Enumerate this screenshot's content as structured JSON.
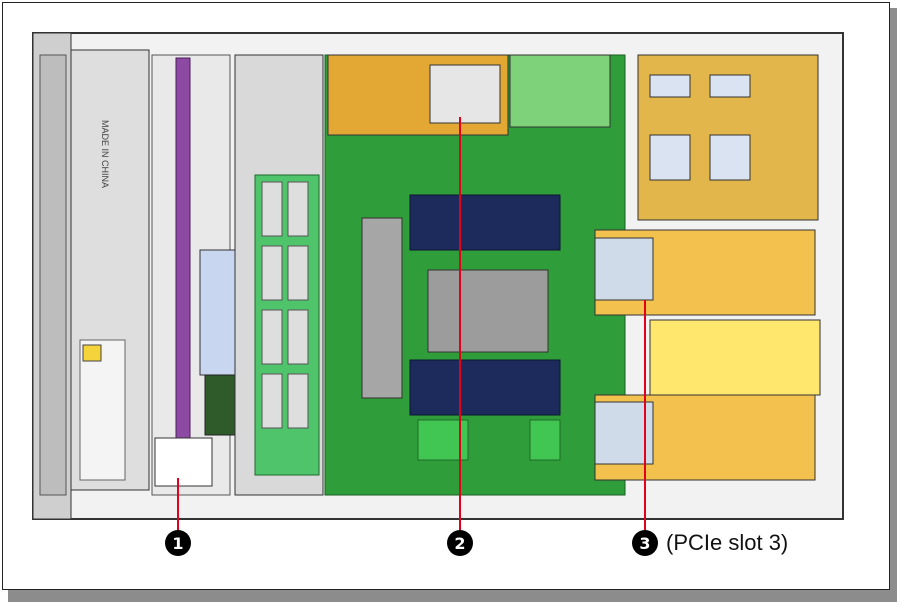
{
  "callouts": [
    {
      "number": "1",
      "label": ""
    },
    {
      "number": "2",
      "label": ""
    },
    {
      "number": "3",
      "label": "(PCIe slot 3)"
    }
  ],
  "colors": {
    "motherboard_green": "#2f9e3a",
    "riser_yellow": "#f2c14e",
    "psu_gold": "#e2b64a",
    "heatsink_gray": "#9c9c9c",
    "dimm_navy": "#1c2a5c",
    "leader_red": "#e3001b",
    "fan_green": "#4fc46a",
    "purple_bracket": "#7e3a95"
  },
  "icons": [
    "server-chassis",
    "cpu-heatsink",
    "memory-dimm",
    "system-fan",
    "pcie-riser",
    "power-supply"
  ]
}
